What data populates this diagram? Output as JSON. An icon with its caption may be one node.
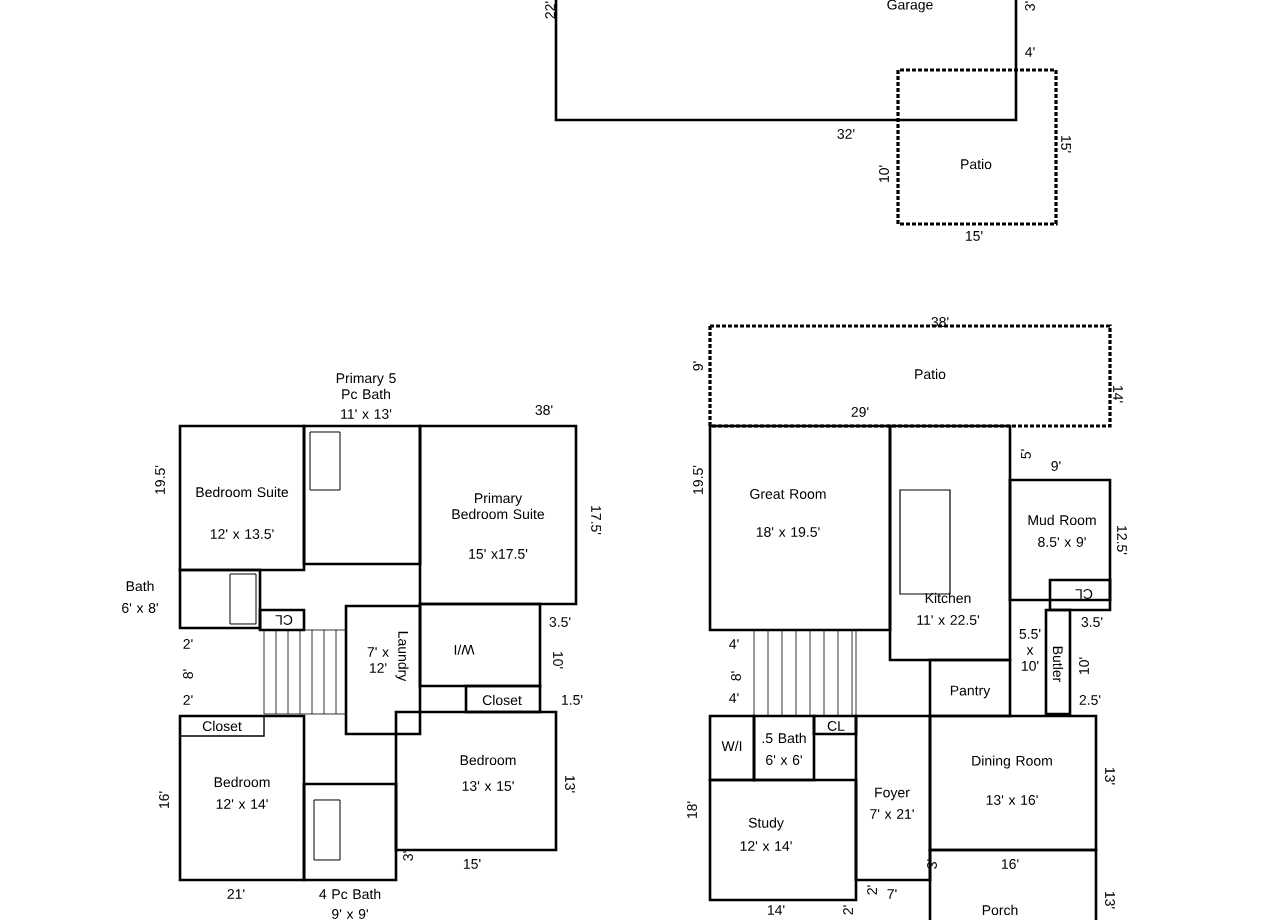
{
  "diagram": {
    "nodes": [
      {
        "text": [
          "Garage"
        ]
      },
      {
        "text": [
          "Patio"
        ]
      },
      {
        "text": [
          "Primary 5 Pc Bath",
          "11' x 13'"
        ]
      },
      {
        "text": [
          "Bedroom Suite",
          "12' x 13.5'"
        ]
      },
      {
        "text": [
          "Primary Bedroom Suite",
          "15' x17.5'"
        ]
      },
      {
        "text": [
          "Bath",
          "6' x 8'"
        ]
      },
      {
        "text": [
          "CL"
        ]
      },
      {
        "text": [
          "W/I"
        ]
      },
      {
        "text": [
          "Laundry",
          "7' x 12'"
        ]
      },
      {
        "text": [
          "Closet"
        ]
      },
      {
        "text": [
          "Closet"
        ],
        "in": 11
      },
      {
        "text": [
          "Bedroom",
          "12' x 14'"
        ]
      },
      {
        "text": [
          "Bedroom",
          "13' x 15'"
        ]
      },
      {
        "text": [
          "4 Pc Bath",
          "9' x 9'"
        ]
      },
      {
        "text": [
          "Patio"
        ]
      },
      {
        "text": [
          "Great Room",
          "18' x 19.5'"
        ]
      },
      {
        "text": [
          "Kitchen",
          "11' x 22.5'"
        ]
      },
      {
        "text": [
          "Mud Room",
          "8.5' x 9'"
        ]
      },
      {
        "text": [
          "CL"
        ]
      },
      {
        "text": [
          "Butler"
        ],
        "beside": [
          "5.5' x 10'"
        ]
      },
      {
        "text": [
          "Pantry"
        ]
      },
      {
        "text": [
          "W/I"
        ]
      },
      {
        "text": [
          ".5 Bath",
          "6' x 6'"
        ]
      },
      {
        "text": [
          "CL"
        ]
      },
      {
        "text": [
          "Study",
          "12' x 14'"
        ]
      },
      {
        "text": [
          "Foyer",
          "7' x 21'"
        ]
      },
      {
        "text": [
          "Dining Room",
          "13' x 16'"
        ]
      },
      {
        "text": [
          "Porch"
        ]
      }
    ],
    "labels": [
      "22'",
      "3'",
      "4'",
      "32'",
      "10'",
      "15'",
      "15'",
      "38'",
      "19.5'",
      "17.5'",
      "3.5'",
      "10'",
      "1.5'",
      "2'",
      "8'",
      "2'",
      "16'",
      "13'",
      "3'",
      "21'",
      "15'",
      "38'",
      "9'",
      "29'",
      "14'",
      "5'",
      "9'",
      "19.5'",
      "12.5'",
      "3.5'",
      "10'",
      "2.5'",
      "4'",
      "8'",
      "4'",
      "18'",
      "13'",
      "3'",
      "16'",
      "2'",
      "7'",
      "14'",
      "2'",
      "13'"
    ]
  }
}
